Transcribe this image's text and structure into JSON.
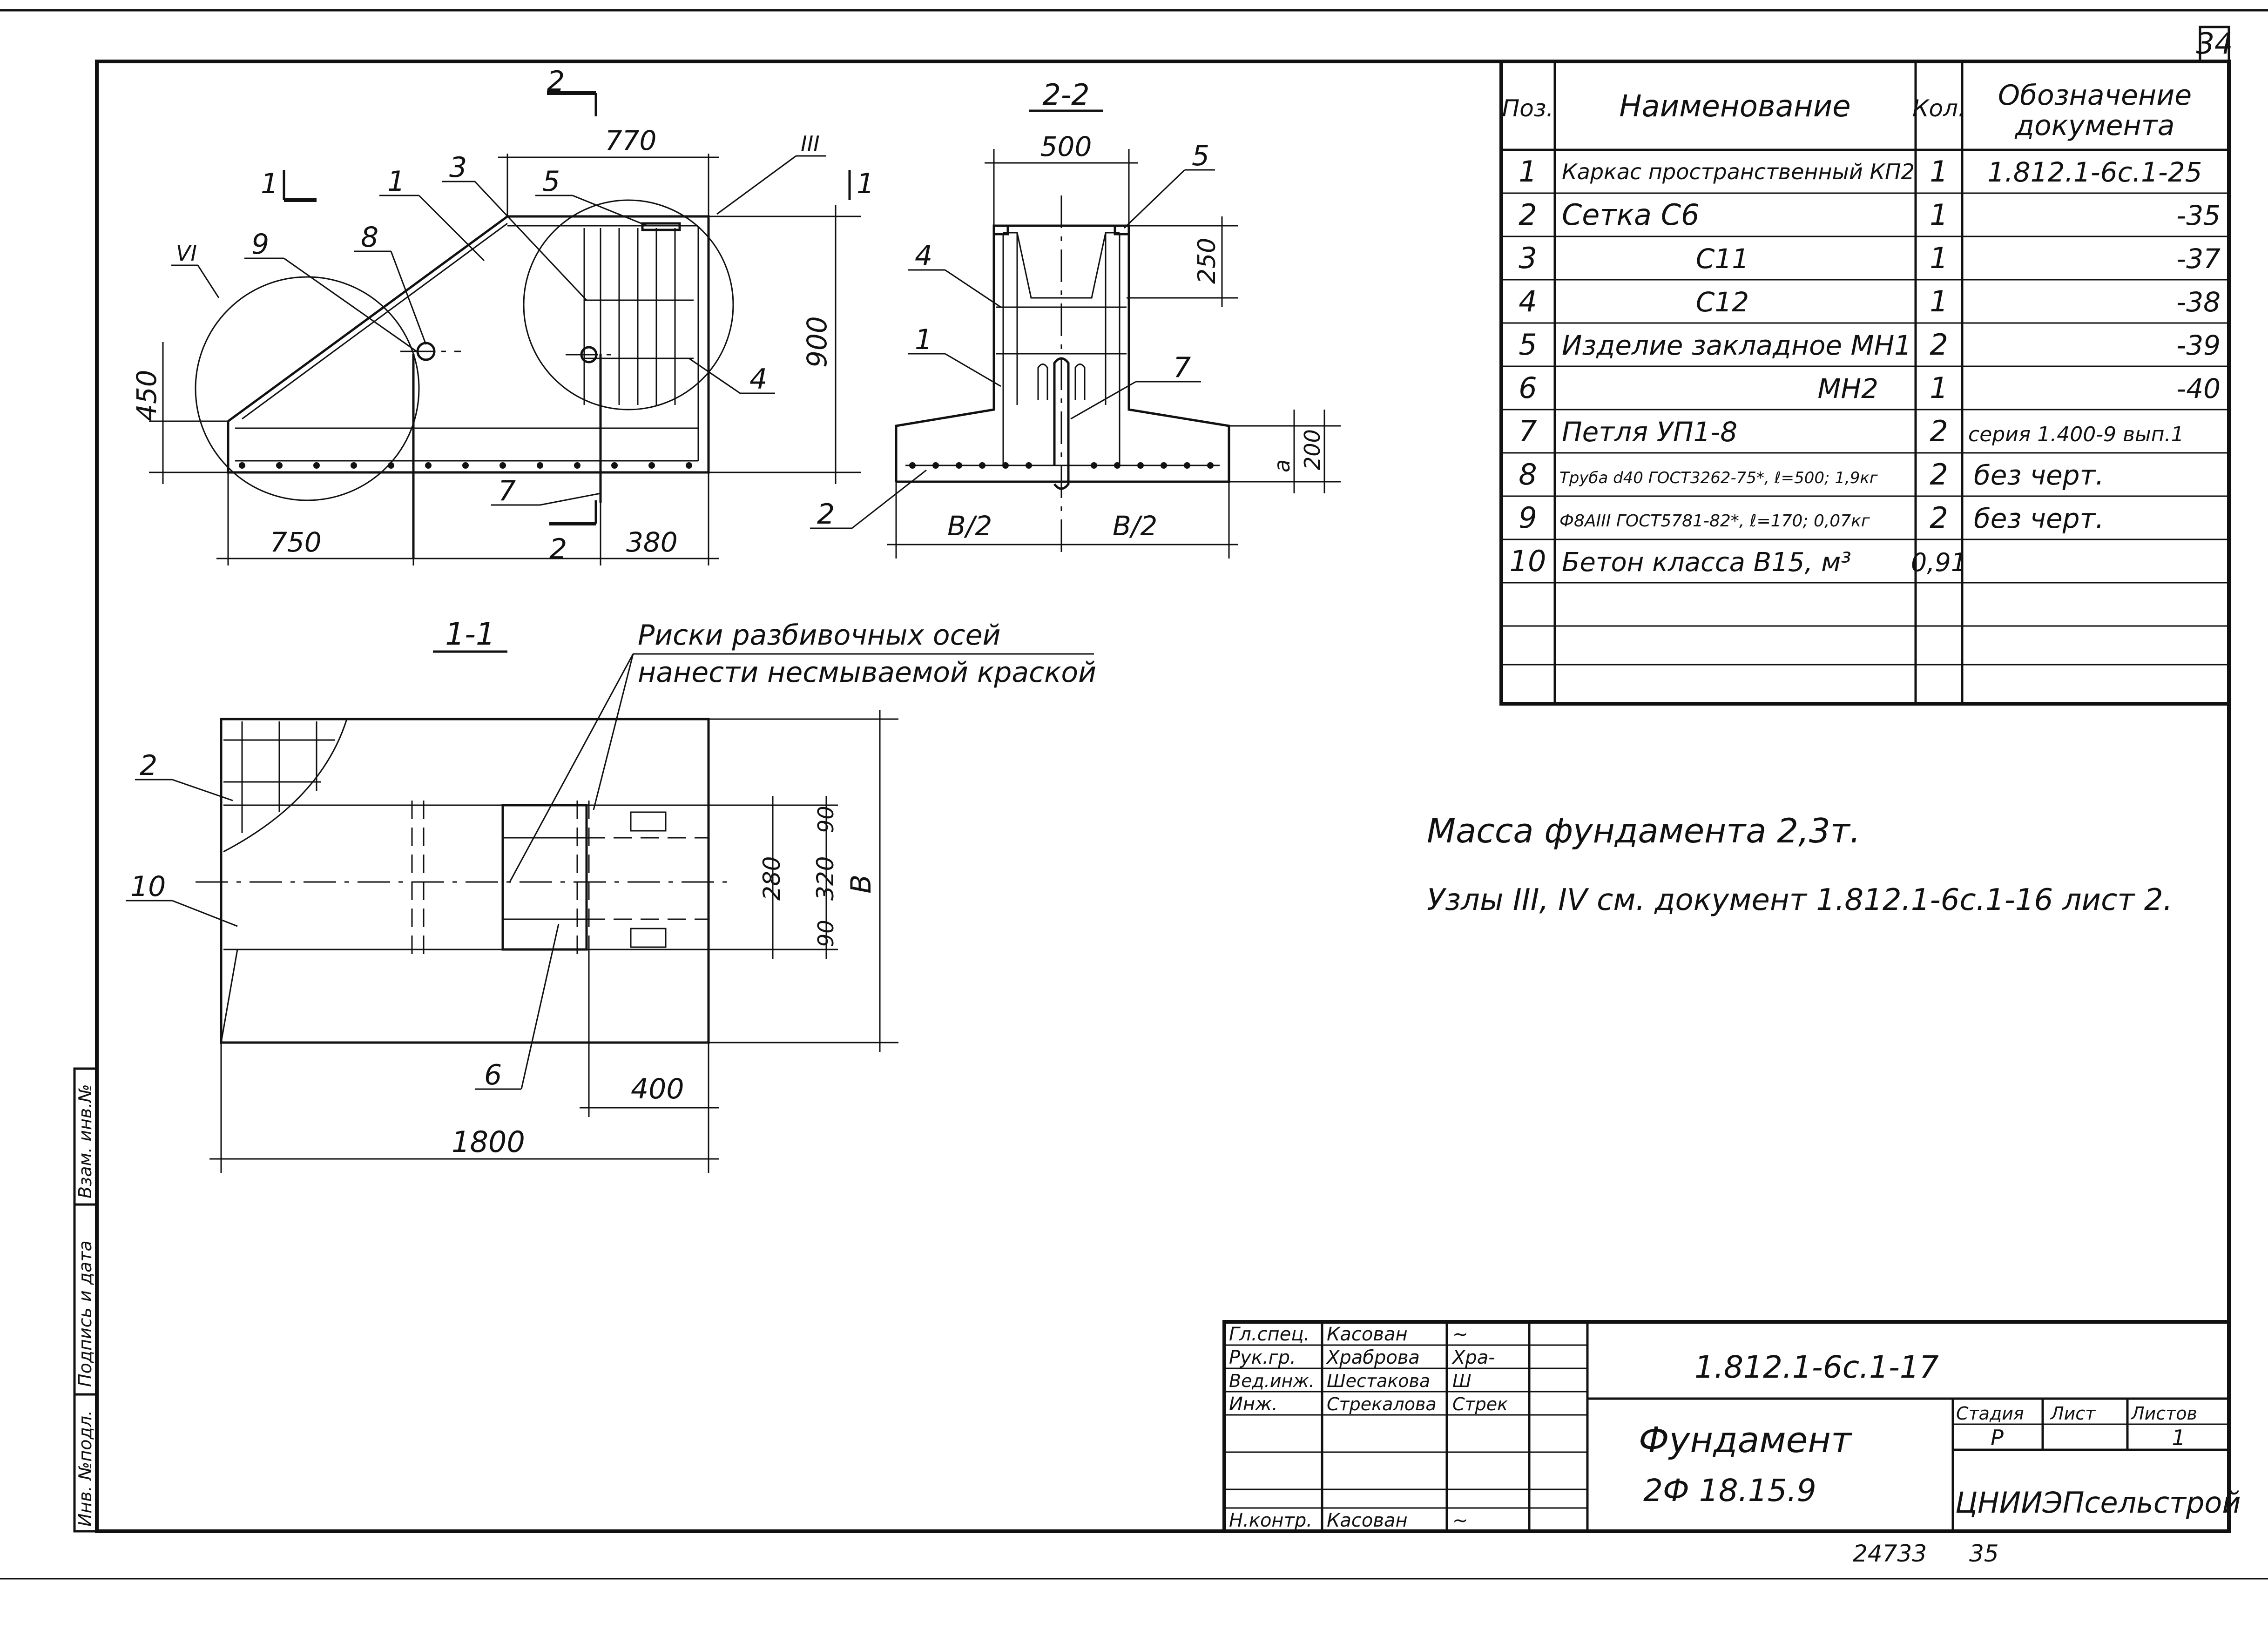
{
  "sheet": {
    "sheet_number": "34",
    "vertical_labels": [
      "Инв. №подл.",
      "Подпись и дата",
      "Взам. инв.№"
    ],
    "archive_number": "24733",
    "archive_page": "35"
  },
  "drawing": {
    "section_2_2_title": "2-2",
    "section_1_1_title": "1-1",
    "node_labels": [
      "III",
      "VI"
    ],
    "section_marks": [
      "1",
      "2"
    ],
    "position_callouts": [
      "1",
      "2",
      "3",
      "4",
      "5",
      "6",
      "7",
      "8",
      "9",
      "10"
    ],
    "dimensions": {
      "top_770": "770",
      "height_900": "900",
      "height_450": "450",
      "base_750": "750",
      "base_380": "380",
      "width_500": "500",
      "top_250": "250",
      "height_200": "200",
      "a": "a",
      "half_b_left": "B/2",
      "half_b_right": "B/2",
      "d_90_top": "90",
      "d_280": "280",
      "d_320": "320",
      "d_90_bottom": "90",
      "width_b": "B",
      "length_1800": "1800",
      "d_400": "400"
    },
    "note_risks_line1": "Риски разбивочных осей",
    "note_risks_line2": "нанести несмываемой краской"
  },
  "spec_table": {
    "headers": {
      "pos": "Поз.",
      "name": "Наименование",
      "qty": "Кол.",
      "doc_line1": "Обозначение",
      "doc_line2": "документа"
    },
    "rows": [
      {
        "pos": "1",
        "name": "Каркас пространственный КП2",
        "qty": "1",
        "doc": "1.812.1-6с.1-25"
      },
      {
        "pos": "2",
        "name": "Сетка     С6",
        "qty": "1",
        "doc": "-35"
      },
      {
        "pos": "3",
        "name": "С11",
        "qty": "1",
        "doc": "-37"
      },
      {
        "pos": "4",
        "name": "С12",
        "qty": "1",
        "doc": "-38"
      },
      {
        "pos": "5",
        "name": "Изделие закладное МН1",
        "qty": "2",
        "doc": "-39"
      },
      {
        "pos": "6",
        "name": "МН2",
        "qty": "1",
        "doc": "-40"
      },
      {
        "pos": "7",
        "name": "Петля УП1-8",
        "qty": "2",
        "doc": "серия 1.400-9 вып.1"
      },
      {
        "pos": "8",
        "name": "Труба d40 ГОСТ3262-75*, ℓ=500; 1,9кг",
        "qty": "2",
        "doc": "без черт."
      },
      {
        "pos": "9",
        "name": "Ф8АIII ГОСТ5781-82*, ℓ=170; 0,07кг",
        "qty": "2",
        "doc": "без черт."
      },
      {
        "pos": "10",
        "name": "Бетон класса В15, м³",
        "qty": "0,91",
        "doc": ""
      },
      {
        "pos": "",
        "name": "",
        "qty": "",
        "doc": ""
      },
      {
        "pos": "",
        "name": "",
        "qty": "",
        "doc": ""
      }
    ]
  },
  "notes": {
    "mass": "Масса фундамента  2,3т.",
    "nodes": "Узлы III, IV см. документ 1.812.1-6с.1-16 лист 2."
  },
  "title_block": {
    "signatures": [
      {
        "role": "Гл.спец.",
        "name": "Касован",
        "sign": "~"
      },
      {
        "role": "Рук.гр.",
        "name": "Храброва",
        "sign": "Хра-"
      },
      {
        "role": "Вед.инж.",
        "name": "Шестакова",
        "sign": "Ш"
      },
      {
        "role": "Инж.",
        "name": "Стрекалова",
        "sign": "Стрек"
      },
      {
        "role": "",
        "name": "",
        "sign": ""
      },
      {
        "role": "",
        "name": "",
        "sign": ""
      },
      {
        "role": "Н.контр.",
        "name": "Касован",
        "sign": "~"
      }
    ],
    "doc_code": "1.812.1-6с.1-17",
    "title_line1": "Фундамент",
    "title_line2": "2Ф 18.15.9",
    "stage_label": "Стадия",
    "sheet_label": "Лист",
    "sheets_label": "Листов",
    "stage_value": "Р",
    "sheet_value": "",
    "sheets_value": "1",
    "organization": "ЦНИИЭПсельстрой"
  }
}
